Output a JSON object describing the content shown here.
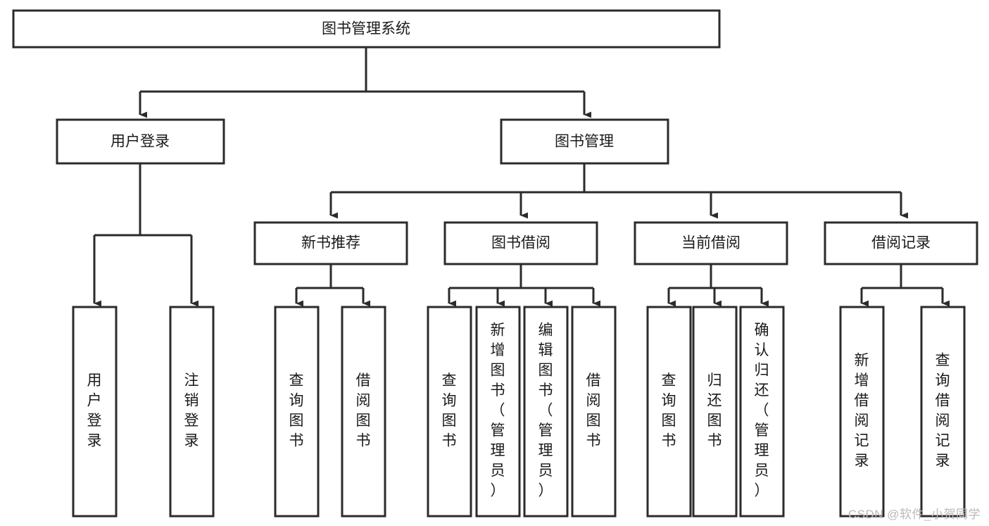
{
  "diagram": {
    "type": "tree-hierarchy-chart",
    "title": "图书管理系统",
    "background_color": "#ffffff",
    "stroke_color": "#2b2b2b",
    "text_color": "#1a1a1a",
    "levels": {
      "root": {
        "label": "图书管理系统"
      },
      "level2": [
        {
          "id": "user-login",
          "label": "用户登录"
        },
        {
          "id": "book-management",
          "label": "图书管理"
        }
      ],
      "level3": [
        {
          "id": "new-book-recommend",
          "label": "新书推荐",
          "parent": "book-management"
        },
        {
          "id": "book-borrow",
          "label": "图书借阅",
          "parent": "book-management"
        },
        {
          "id": "current-borrow",
          "label": "当前借阅",
          "parent": "book-management"
        },
        {
          "id": "borrow-record",
          "label": "借阅记录",
          "parent": "book-management"
        }
      ],
      "leaves": [
        {
          "id": "leaf-user-login",
          "label": "用户登录",
          "parent": "user-login"
        },
        {
          "id": "leaf-logout-login",
          "label": "注销登录",
          "parent": "user-login"
        },
        {
          "id": "leaf-query-book-1",
          "label": "查询图书",
          "parent": "new-book-recommend"
        },
        {
          "id": "leaf-borrow-book-1",
          "label": "借阅图书",
          "parent": "new-book-recommend"
        },
        {
          "id": "leaf-query-book-2",
          "label": "查询图书",
          "parent": "book-borrow"
        },
        {
          "id": "leaf-add-book",
          "label": "新增图书（管理员）",
          "parent": "book-borrow"
        },
        {
          "id": "leaf-edit-book",
          "label": "编辑图书（管理员）",
          "parent": "book-borrow"
        },
        {
          "id": "leaf-borrow-book-2",
          "label": "借阅图书",
          "parent": "book-borrow"
        },
        {
          "id": "leaf-query-book-3",
          "label": "查询图书",
          "parent": "current-borrow"
        },
        {
          "id": "leaf-return-book",
          "label": "归还图书",
          "parent": "current-borrow"
        },
        {
          "id": "leaf-confirm-return",
          "label": "确认归还（管理员）",
          "parent": "current-borrow"
        },
        {
          "id": "leaf-add-record",
          "label": "新增借阅记录",
          "parent": "borrow-record"
        },
        {
          "id": "leaf-query-record",
          "label": "查询借阅记录",
          "parent": "borrow-record"
        }
      ]
    }
  },
  "watermark": {
    "label": "CSDN @软件_小贺同学"
  }
}
